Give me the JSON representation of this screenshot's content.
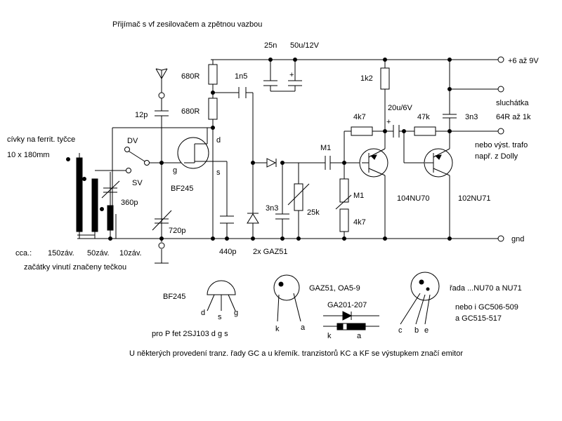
{
  "title": "Přijímač s vf zesilovačem a zpětnou vazbou",
  "labels": {
    "r680_top": "680R",
    "r680_mid": "680R",
    "c1n5": "1n5",
    "c25n": "25n",
    "c50u": "50u/12V",
    "r1k2": "1k2",
    "c20u": "20u/6V",
    "r4k7_a": "4k7",
    "r47k": "47k",
    "c3n3_right": "3n3",
    "c12p": "12p",
    "coil_title": "cívky na ferrit. tyčce",
    "coil_dim": "10 x 180mm",
    "dv": "DV",
    "sv": "SV",
    "c360p": "360p",
    "c720p": "720p",
    "gate": "g",
    "drain": "d",
    "source": "s",
    "fet": "BF245",
    "m1_a": "M1",
    "m1_b": "M1",
    "r4k7_b": "4k7",
    "c3n3_mid": "3n3",
    "r25k": "25k",
    "t1": "104NU70",
    "t2": "102NU71",
    "c440p": "440p",
    "diodes": "2x GAZ51",
    "pos_supply": "+6 až 9V",
    "headphones": "sluchátka",
    "impedance": "64R až 1k",
    "or_trafo": "nebo výst. trafo",
    "eg_dolly": "např. z Dolly",
    "gnd": "gnd",
    "turns_cca": "cca.:",
    "turns_150": "150záv.",
    "turns_50": "50záv.",
    "turns_10": "10záv.",
    "windings_note": "začátky vinutí značeny tečkou"
  },
  "pinouts": {
    "bf245_title": "BF245",
    "bf245_d": "d",
    "bf245_s": "s",
    "bf245_g": "g",
    "pfet_note": "pro P fet 2SJ103  d  g  s",
    "diode_title": "GAZ51, OA5-9",
    "diode_k": "k",
    "diode_a": "a",
    "ga_title": "GA201-207",
    "ga_k": "k",
    "ga_a": "a",
    "tr_series": "řada ...NU70 a NU71",
    "tr_alt1": "nebo i GC506-509",
    "tr_alt2": "a GC515-517",
    "tr_c": "c",
    "tr_b": "b",
    "tr_e": "e"
  },
  "footer_note": "U některých provedení tranz. řady GC a u křemík. tranzistorů KC a KF se výstupkem značí emitor"
}
